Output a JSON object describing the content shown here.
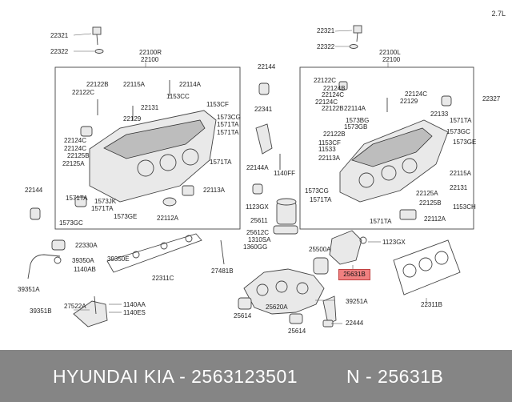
{
  "corner_label": "2.7L",
  "highlight_label": "25631B",
  "footer": {
    "brand": "HYUNDAI  KIA - 2563123501",
    "part": "N - 25631B"
  },
  "labels": [
    "22321",
    "22322",
    "22100R",
    "22100",
    "22122B",
    "22115A",
    "22114A",
    "22122C",
    "1153CC",
    "1153CF",
    "22131",
    "22129",
    "1573CG",
    "1571TA",
    "1571TA",
    "22124C",
    "22124C",
    "22125B",
    "22125A",
    "1571TA",
    "22113A",
    "22144",
    "1571TA",
    "1573JK",
    "1571TA",
    "1573GE",
    "22112A",
    "1573GC",
    "22144",
    "22341",
    "22144A",
    "1140FF",
    "22321",
    "22322",
    "22100L",
    "22100",
    "22122C",
    "22124B",
    "22124C",
    "22124C",
    "22122B",
    "22114A",
    "22124C",
    "22129",
    "22133",
    "1571TA",
    "1573BG",
    "1573GB",
    "1573GC",
    "22122B",
    "1153CF",
    "11533",
    "1573GE",
    "22113A",
    "22115A",
    "22131",
    "1573CG",
    "22125A",
    "1571TA",
    "22125B",
    "1153CH",
    "1571TA",
    "22112A",
    "22327",
    "1123GX",
    "25611",
    "25612C",
    "1310SA",
    "25500A",
    "1123GX",
    "22330A",
    "39350A",
    "39350E",
    "1140AB",
    "39351A",
    "22311C",
    "27481B",
    "1360GG",
    "25620A",
    "22311B",
    "39251A",
    "25614",
    "25614",
    "22444",
    "27522A",
    "1140AA",
    "39351B",
    "1140ES"
  ]
}
